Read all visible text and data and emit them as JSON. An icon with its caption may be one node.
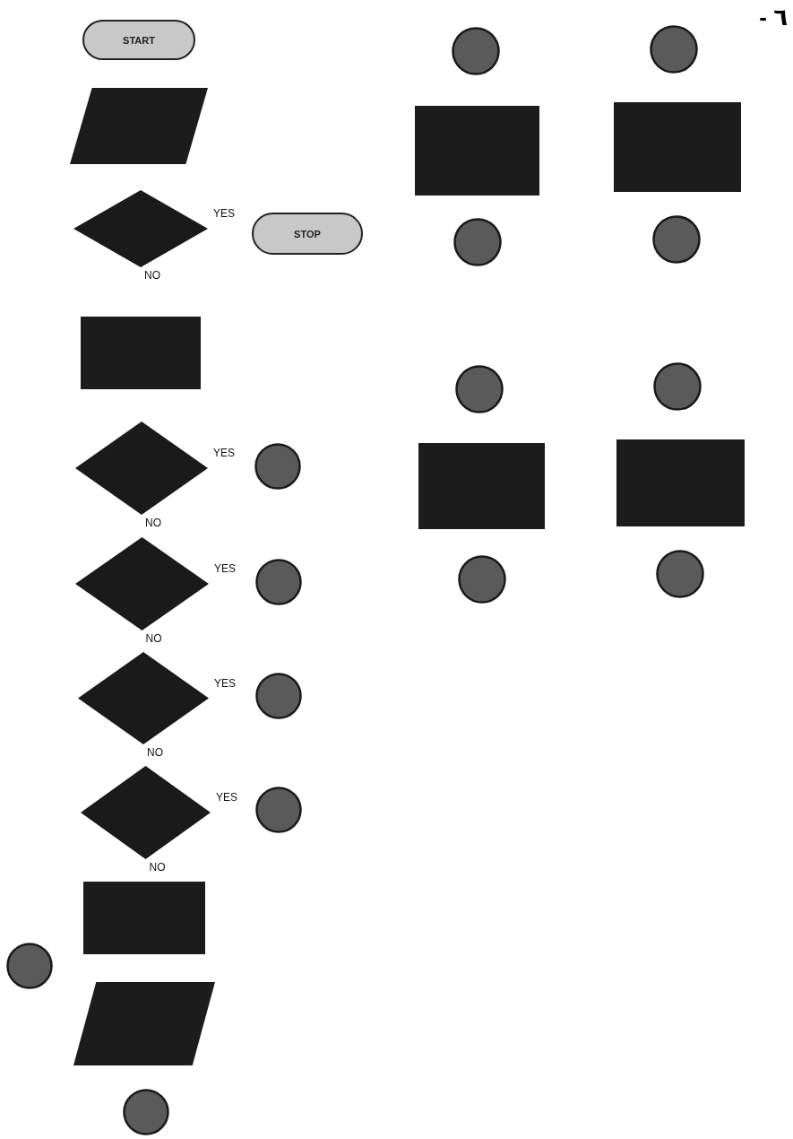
{
  "diagram": {
    "nodes": [
      {
        "text": [
          "START"
        ]
      },
      {
        "text": [],
        "shape": "parallelogram"
      },
      {
        "text": [],
        "shape": "diamond",
        "beside": [
          "YES",
          "NO"
        ]
      },
      {
        "text": [
          "STOP"
        ]
      },
      {
        "text": [],
        "shape": "box"
      },
      {
        "text": [],
        "shape": "diamond",
        "beside": [
          "YES",
          "NO"
        ]
      },
      {
        "text": [],
        "shape": "circle"
      },
      {
        "text": [],
        "shape": "diamond",
        "beside": [
          "YES",
          "NO"
        ]
      },
      {
        "text": [],
        "shape": "circle"
      },
      {
        "text": [],
        "shape": "diamond",
        "beside": [
          "YES",
          "NO"
        ]
      },
      {
        "text": [],
        "shape": "circle"
      },
      {
        "text": [],
        "shape": "diamond",
        "beside": [
          "YES",
          "NO"
        ]
      },
      {
        "text": [],
        "shape": "circle"
      },
      {
        "text": [],
        "shape": "box"
      },
      {
        "text": [],
        "shape": "circle"
      },
      {
        "text": [],
        "shape": "parallelogram"
      },
      {
        "text": [],
        "shape": "circle"
      },
      {
        "text": [],
        "shape": "circle"
      },
      {
        "text": [],
        "shape": "circle"
      },
      {
        "text": [],
        "shape": "box"
      },
      {
        "text": [],
        "shape": "box"
      },
      {
        "text": [],
        "shape": "circle"
      },
      {
        "text": [],
        "shape": "circle"
      },
      {
        "text": [],
        "shape": "circle"
      },
      {
        "text": [],
        "shape": "circle"
      },
      {
        "text": [],
        "shape": "box"
      },
      {
        "text": [],
        "shape": "box"
      },
      {
        "text": [],
        "shape": "circle"
      },
      {
        "text": [],
        "shape": "circle"
      }
    ],
    "labels": [
      "- ٦"
    ]
  }
}
